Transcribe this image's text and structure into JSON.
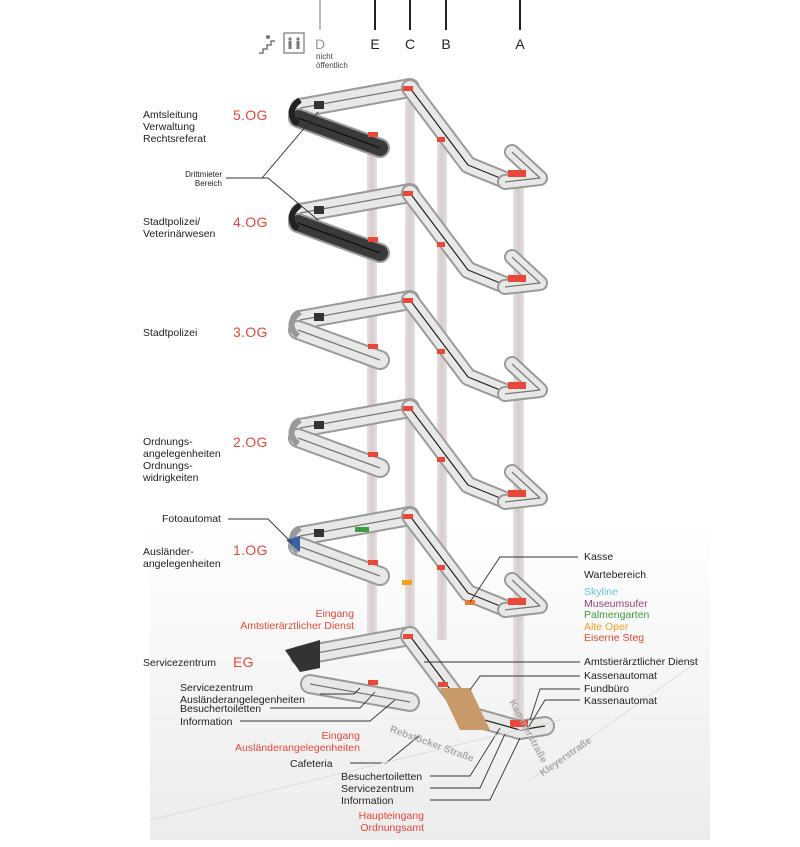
{
  "columns": {
    "d": "D",
    "d_note": "nicht\nöffentlich",
    "e": "E",
    "c": "C",
    "b": "B",
    "a": "A"
  },
  "icons": {
    "stairs": "stairs-icon",
    "elevator": "elevator-icon"
  },
  "floors": [
    {
      "id": "5og",
      "level": "5.OG",
      "label": "Amtsleitung\nVerwaltung\nRechtsreferat"
    },
    {
      "id": "4og",
      "level": "4.OG",
      "label": "Stadtpolizei/\nVeterinärwesen"
    },
    {
      "id": "3og",
      "level": "3.OG",
      "label": "Stadtpolizei"
    },
    {
      "id": "2og",
      "level": "2.OG",
      "label": "Ordnungs-\nangelegenheiten\nOrdnungs-\nwidrigkeiten"
    },
    {
      "id": "1og",
      "level": "1.OG",
      "label": "Ausländer-\nangelegenheiten"
    },
    {
      "id": "eg",
      "level": "EG",
      "label": "Servicezentrum"
    }
  ],
  "callouts": {
    "drittmieter": "Drittmieter\nBereich",
    "fotoautomat": "Fotoautomat",
    "kasse": "Kasse",
    "wartebereich": "Wartebereich",
    "eingang_amt": "Eingang\nAmtstierärztlicher Dienst",
    "sz_auslaender": "Servicezentrum\nAusländerangelegenheiten",
    "besuchertoiletten_left": "Besuchertoiletten",
    "information_left": "Information",
    "eingang_auslaender": "Eingang\nAusländerangelegenheiten",
    "cafeteria": "Cafeteria",
    "besuchertoiletten_bottom": "Besuchertoiletten",
    "servicezentrum_bottom": "Servicezentrum",
    "information_bottom": "Information",
    "haupteingang": "Haupteingang\nOrdnungsamt",
    "amtstier_right": "Amtstierärztlicher Dienst",
    "kassenautomat_1": "Kassenautomat",
    "fundbuero": "Fundbüro",
    "kassenautomat_2": "Kassenautomat"
  },
  "legend": [
    {
      "label": "Skyline",
      "color": "#5fc4d8"
    },
    {
      "label": "Museumsufer",
      "color": "#9a3e78"
    },
    {
      "label": "Palmengarten",
      "color": "#3f9a3f"
    },
    {
      "label": "Alte Oper",
      "color": "#f0a020"
    },
    {
      "label": "Eiserne Steg",
      "color": "#e8473a"
    }
  ],
  "streets": {
    "rebstoecker": "Rebstöcker Straße",
    "kleyer": "Kleyerstraße",
    "kamm": "Kammerstraße"
  },
  "colors": {
    "accent": "#e8473a",
    "corridor": "#e8e8e6",
    "dark_wing": "#3a3a3a",
    "shaft": "#d8cfd0"
  }
}
